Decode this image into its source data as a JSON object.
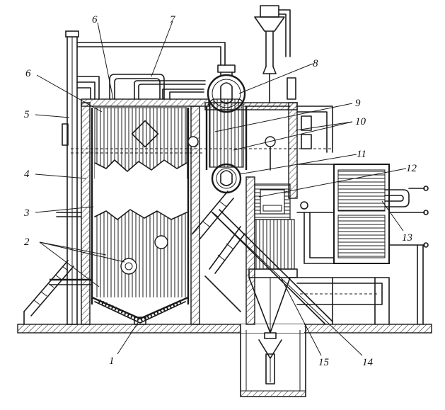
{
  "labels": {
    "l1": "1",
    "l2": "2",
    "l3": "3",
    "l4": "4",
    "l5": "5",
    "l6a": "6",
    "l6b": "6",
    "l7": "7",
    "l8": "8",
    "l9": "9",
    "l10": "10",
    "l11": "11",
    "l12": "12",
    "l13": "13",
    "l14": "14",
    "l15": "15"
  }
}
